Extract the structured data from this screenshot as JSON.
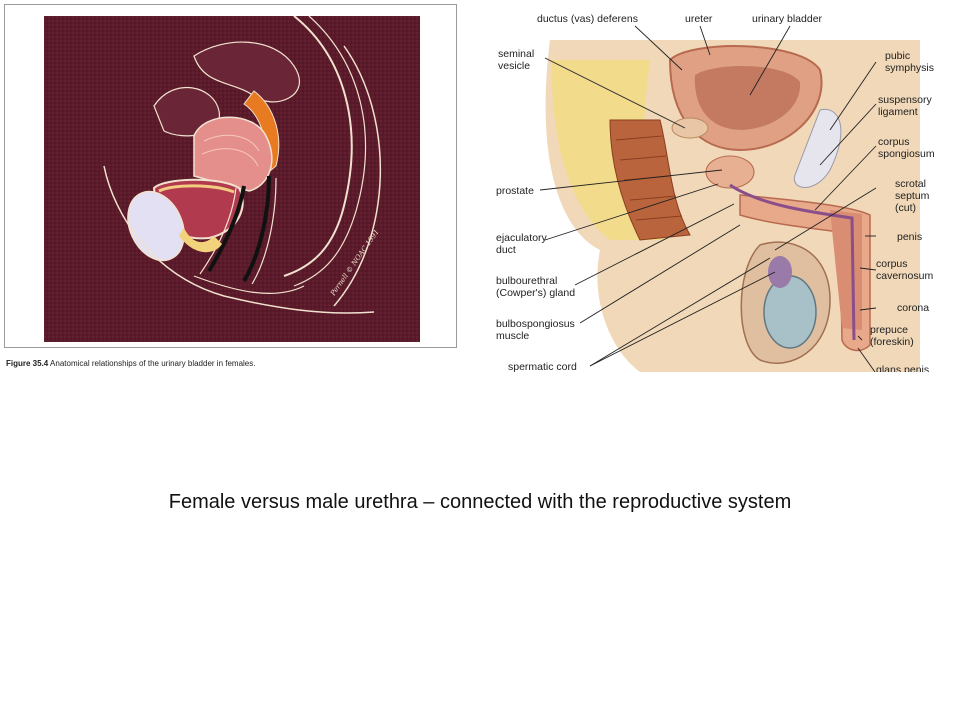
{
  "female_figure": {
    "caption_number": "Figure 35.4",
    "caption_text": " Anatomical relationships of the urinary bladder in females.",
    "signature": "Pernell © NOAC 1991",
    "colors": {
      "background": "#5a1a2a",
      "line": "#f1e2cf",
      "uterus": "#e58f8c",
      "bladder": "#b23a4e",
      "ovary_band": "#e87a22",
      "pubic": "#e2e0f2",
      "fat": "#f2d27a"
    }
  },
  "male_figure": {
    "labels": {
      "ductus": "ductus (vas) deferens",
      "ureter": "ureter",
      "urinary_bladder": "urinary bladder",
      "seminal_vesicle": "seminal\nvesicle",
      "pubic_symphysis": "pubic\nsymphysis",
      "suspensory_ligament": "suspensory\nligament",
      "corpus_spongiosum": "corpus\nspongiosum",
      "prostate": "prostate",
      "scrotal_septum": "scrotal\nseptum\n(cut)",
      "ejaculatory_duct": "ejaculatory\nduct",
      "penis": "penis",
      "bulbourethral": "bulbourethral\n(Cowper's) gland",
      "corpus_cavernosum": "corpus\ncavernosum",
      "corona": "corona",
      "bulbospongiosus": "bulbospongiosus\nmuscle",
      "prepuce": "prepuce\n(foreskin)",
      "spermatic_cord": "spermatic cord",
      "glans_penis": "glans penis"
    },
    "colors": {
      "skin": "#f0d8b8",
      "fat": "#f2dc8c",
      "muscle": "#b9643c",
      "bladder": "#e0a084",
      "penis": "#e8a88a",
      "testis": "#a8c0c8",
      "bone": "#e6e4ec"
    }
  },
  "slide": {
    "title": "Female versus male urethra – connected with the reproductive system"
  }
}
